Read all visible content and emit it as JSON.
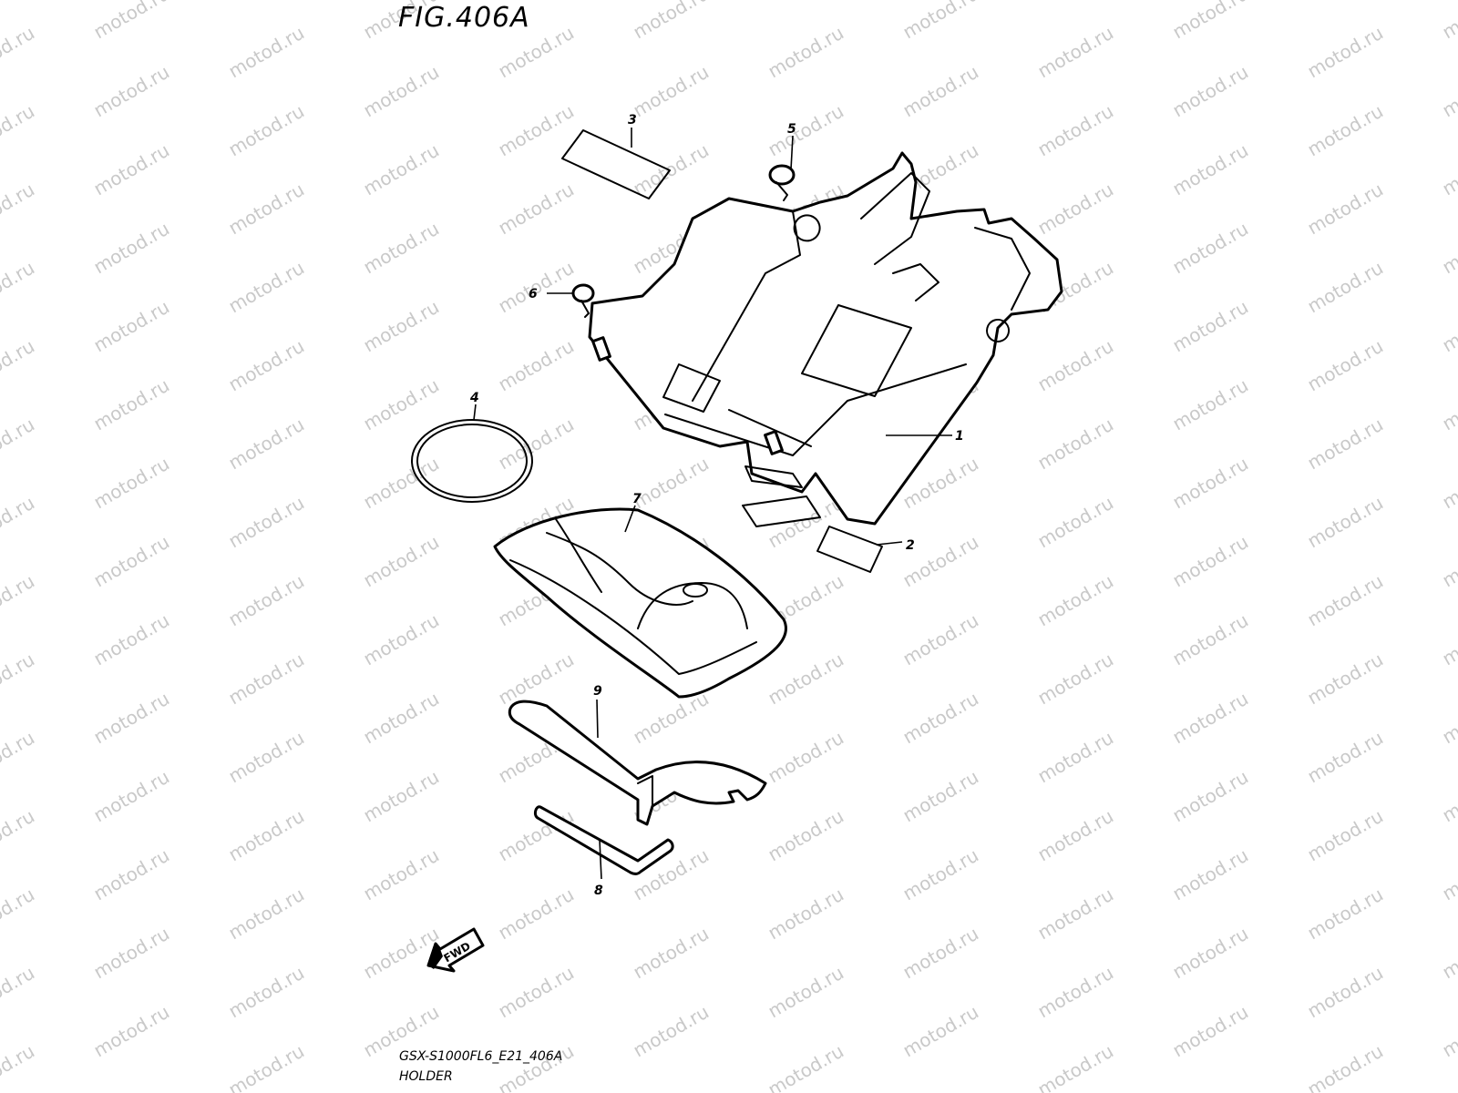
{
  "figure": {
    "title": "FIG.406A",
    "code": "GSX-S1000FL6_E21_406A",
    "name": "HOLDER",
    "watermark": "motod.ru",
    "direction_label": "FWD"
  },
  "callouts": [
    {
      "id": "callout-1",
      "label": "1"
    },
    {
      "id": "callout-2",
      "label": "2"
    },
    {
      "id": "callout-3",
      "label": "3"
    },
    {
      "id": "callout-4",
      "label": "4"
    },
    {
      "id": "callout-5",
      "label": "5"
    },
    {
      "id": "callout-6",
      "label": "6"
    },
    {
      "id": "callout-7",
      "label": "7"
    },
    {
      "id": "callout-8",
      "label": "8"
    },
    {
      "id": "callout-9",
      "label": "9"
    }
  ]
}
